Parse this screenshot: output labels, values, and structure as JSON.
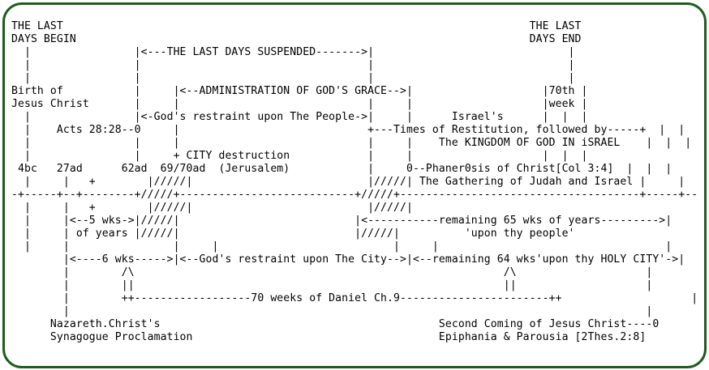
{
  "frame": {
    "border_color": "#1e5c1e",
    "background": "#ffffff",
    "text_color": "#000000"
  },
  "diagram": {
    "lines": [
      "THE LAST                                                                        THE LAST",
      "DAYS BEGIN                                                                      DAYS END",
      "  |                |<---THE LAST DAYS SUSPENDED------->|                              |",
      "  |                |                                   |                              |",
      "  |                |                                   |                              |",
      "Birth of           |     |<--ADMINISTRATION OF GOD'S GRACE-->|                    |70th |",
      "Jesus Christ       |     |                             |     |                    |week |",
      "  |                |<-God's restraint upon The People->|     |      Israel's      |  |  |",
      "  |    Acts 28:28--0     |                             +---Times of Restitution, followed by-----+  |  |",
      "  |                |     |                             |     |    The KINGDOM OF GOD IN iSRAEL    |  |  |",
      "  |                |     + CITY destruction            |     |                    |  |  |",
      " 4bc   27ad      62ad  69/70ad  (Jerusalem)            |     0--Phaner0sis of Christ[Col 3:4]  |  |  |",
      "  |     |   +        |/////|                           |/////| The Gathering of Judah and Israel |     |",
      "-+-----+--+--------+/////+---------------------------+/////+-------------------------------------+-----+--",
      "  |     |   +        |/////|                           |/////|",
      "  |     |<--5 wks->|/////|                           |<-----------remaining 65 wks of years--------->|",
      "  |     | of years |/////|                           |/////|          'upon thy people'",
      "  |     |                |     |                           |     |                                   |",
      "        |<----6 wks----->|<--God's restraint upon The City-->|<--remaining 64 wks'upon thy HOLY CITY'->|",
      "        |        /\\                                                         /\\                    |",
      "        |        ||                                                         ||                    |",
      "        |        ++------------------70 weeks of Daniel Ch.9-----------------------++                    |",
      "        |                                                                                         |",
      "      Nazareth.Christ's                                           Second Coming of Jesus Christ----0",
      "      Synagogue Proclamation                                      Epiphania & Parousia [2Thes.2:8]"
    ]
  }
}
